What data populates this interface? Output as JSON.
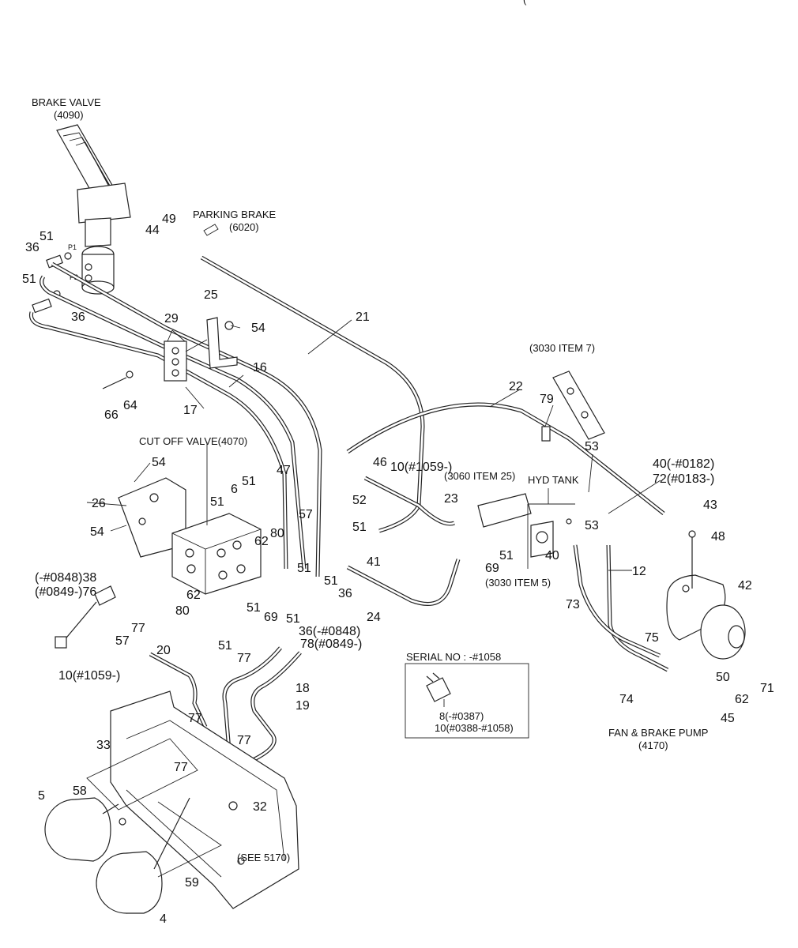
{
  "header_fragment": "(",
  "labels": {
    "brake_valve": "BRAKE VALVE",
    "brake_valve_ref": "(4090)",
    "parking_brake": "PARKING BRAKE",
    "parking_brake_ref": "(6020)",
    "cut_off_valve": "CUT OFF VALVE(4070)",
    "ref_3030_item7": "(3030 ITEM 7)",
    "ref_3060_item25": "(3060 ITEM 25)",
    "hyd_tank": "HYD TANK",
    "ref_3030_item5": "(3030  ITEM 5)",
    "fan_brake_pump": "FAN & BRAKE PUMP",
    "fan_brake_pump_ref": "(4170)",
    "see_5170": "(SEE 5170)",
    "port_p1": "P1",
    "port_p2": "P2"
  },
  "callouts": {
    "c51a": "51",
    "c36a": "36",
    "c51b": "51",
    "c36b": "36",
    "c29": "29",
    "c25": "25",
    "c54a": "54",
    "c21": "21",
    "c44": "44",
    "c49": "49",
    "c16": "16",
    "c17": "17",
    "c66": "66",
    "c64": "64",
    "c22": "22",
    "c79": "79",
    "c53a": "53",
    "c40a": "40(-#0182)",
    "c72a": "72(#0183-)",
    "c43": "43",
    "c48": "48",
    "c54b": "54",
    "c26": "26",
    "c54c": "54",
    "c47": "47",
    "c6": "6",
    "c51c": "51",
    "c51d": "51",
    "c62a": "62",
    "c80a": "80",
    "c57a": "57",
    "c52": "52",
    "c46": "46",
    "c10a": "10(#1059-)",
    "c23": "23",
    "c53b": "53",
    "c40b": "40",
    "c51e": "51",
    "c69a": "69",
    "c12": "12",
    "c51f": "51",
    "c41": "41",
    "c51g": "51",
    "c36c": "36",
    "c24": "24",
    "c73": "73",
    "c42": "42",
    "c75": "75",
    "c51h": "51",
    "c51i": "51",
    "c69b": "69",
    "c51j": "51",
    "c62b": "62",
    "c80b": "80",
    "c38": "(-#0848)38",
    "c76": "(#0849-)76",
    "c57b": "57",
    "c77a": "77",
    "c20": "20",
    "c51k": "51",
    "c36d": "36(-#0848)",
    "c78": "78(#0849-)",
    "c77b": "77",
    "c18": "18",
    "c19": "19",
    "c10b": "10(#1059-)",
    "c50": "50",
    "c62c": "62",
    "c71": "71",
    "c74": "74",
    "c45": "45",
    "c77c": "77",
    "c33": "33",
    "c77d": "77",
    "c77e": "77",
    "c32": "32",
    "c5": "5",
    "c58": "58",
    "c59": "59",
    "c4": "4"
  },
  "serial_box": {
    "title": "SERIAL NO : -#1058",
    "line1": "8(-#0387)",
    "line2": "10(#0388-#1058)"
  },
  "icons": [
    "brake-valve-pedal-icon",
    "cut-off-valve-block-icon",
    "fan-brake-pump-icon",
    "accumulator-icon",
    "hyd-tank-fitting-icon",
    "pressure-switch-icon"
  ]
}
